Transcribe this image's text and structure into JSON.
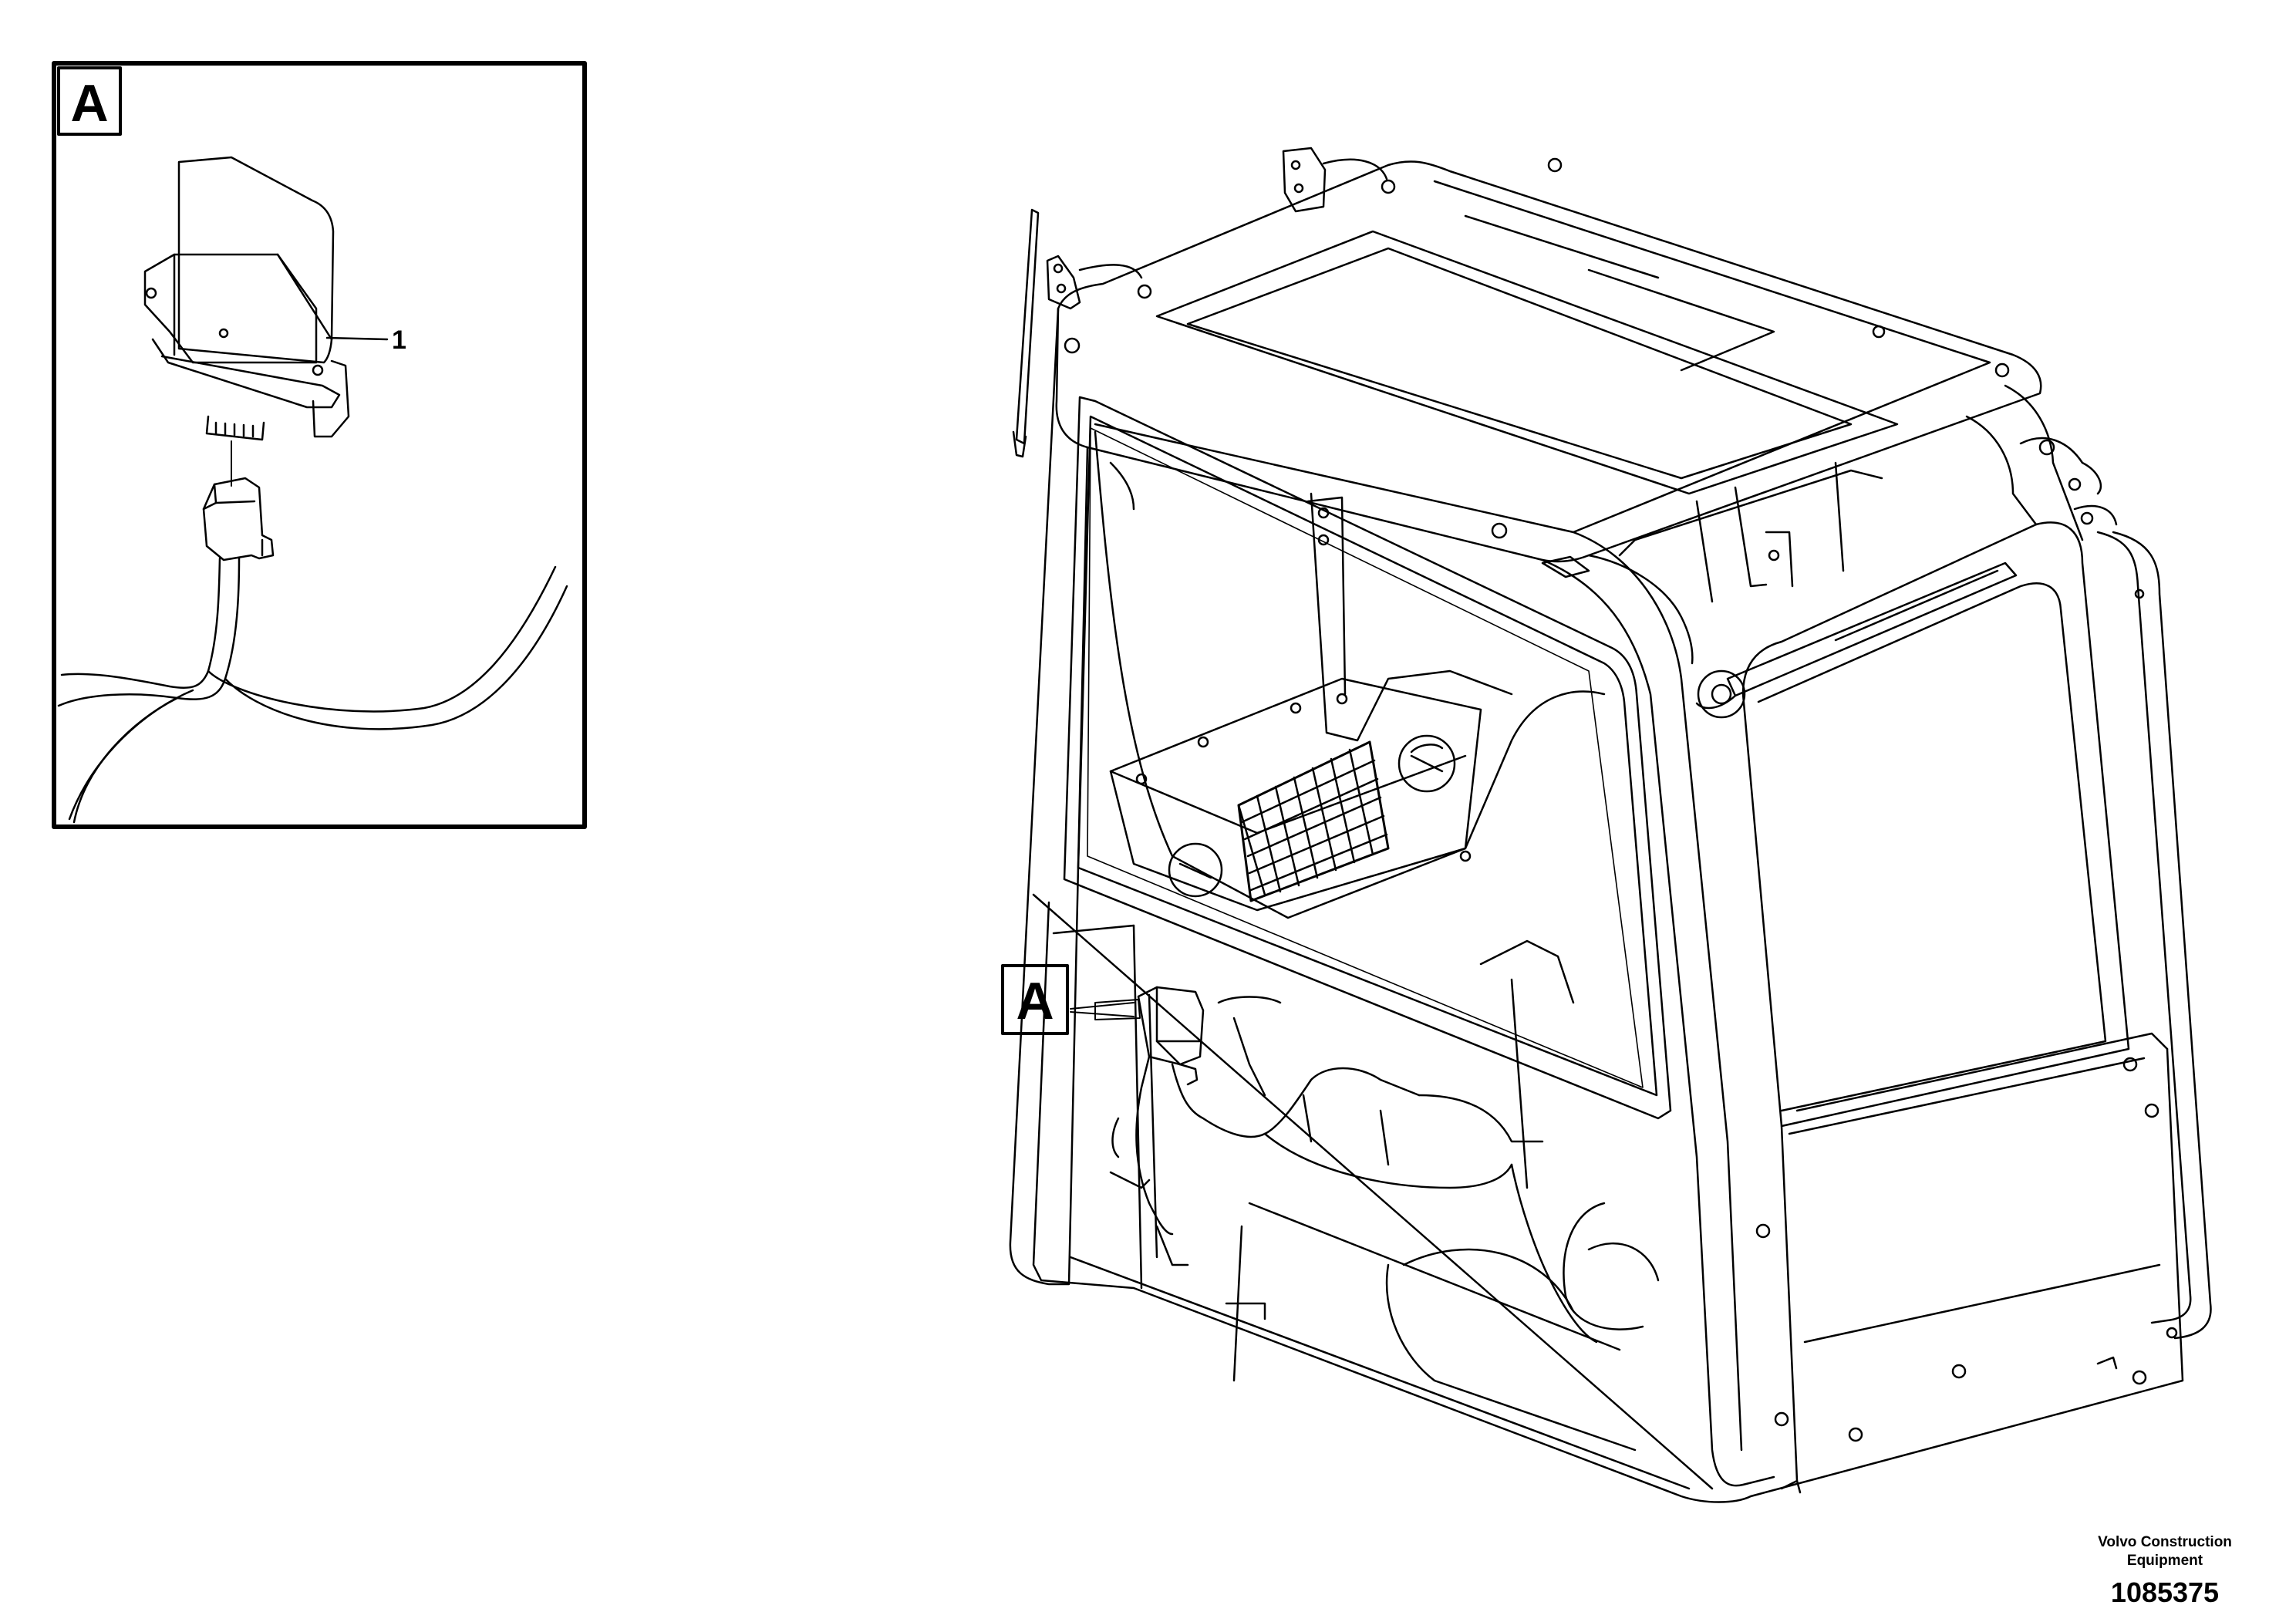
{
  "detail_view": {
    "label": "A",
    "callouts": [
      {
        "number": "1"
      }
    ]
  },
  "main_view": {
    "callout_label": "A"
  },
  "credit": {
    "line1": "Volvo Construction",
    "line2": "Equipment"
  },
  "document_number": "1085375"
}
